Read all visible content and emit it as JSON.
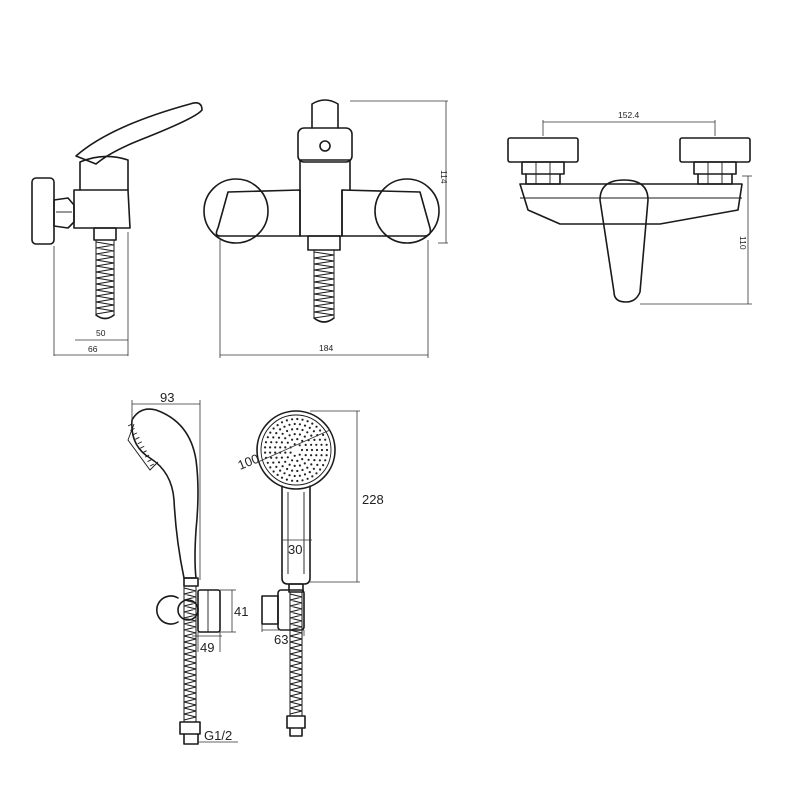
{
  "dimensions": {
    "top_side_depth_inner": "50",
    "top_side_depth_outer": "66",
    "front_width": "184",
    "front_height": "114",
    "centers_distance": "152.4",
    "top_view_height": "110",
    "handshower_depth": "93",
    "handshower_height": "228",
    "head_diameter": "100",
    "handle_width": "30",
    "holder_height": "41",
    "holder_depth": "49",
    "holder_width": "63",
    "thread": "G1/2"
  }
}
